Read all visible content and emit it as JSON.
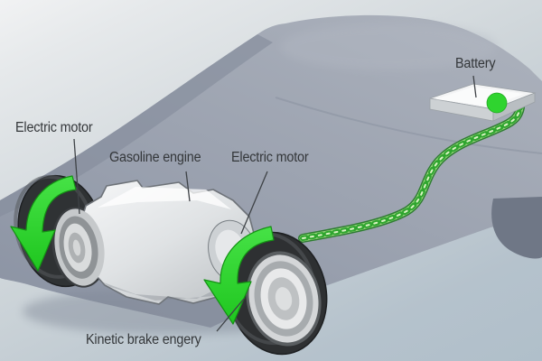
{
  "diagram": {
    "subject": "hybrid-car-drivetrain",
    "labels": {
      "electric_motor_front": "Electric motor",
      "gasoline_engine": "Gasoline engine",
      "electric_motor_rear": "Electric motor",
      "battery": "Battery",
      "kinetic_brake_energy": "Kinetic brake engery"
    },
    "icons": [
      "rotation-arrow-front-wheel",
      "rotation-arrow-rear-wheel",
      "power-cable",
      "battery-charge-dot"
    ],
    "colors": {
      "arrow_green": "#2ed32e",
      "cable_green_light": "#9ad87e",
      "cable_green_dark": "#2e7d32",
      "battery_dot_green": "#2fd42f",
      "car_body_gray": "#99a0ae",
      "tire_dark": "#2f3234",
      "engine_white": "#f2f3f4",
      "background_top": "#f1f2f3",
      "background_bottom": "#b0bfca",
      "label_text": "#34373a"
    }
  }
}
